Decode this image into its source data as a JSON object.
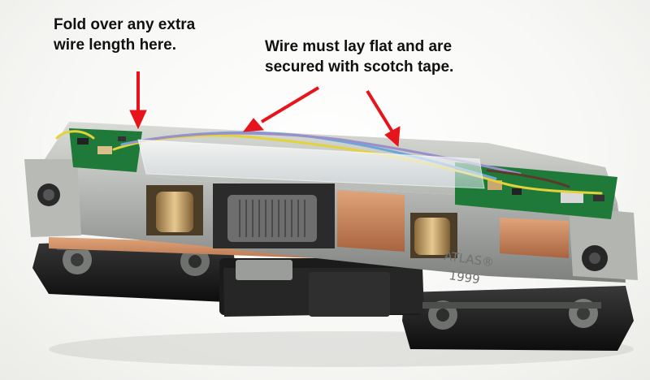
{
  "annotations": {
    "fold_note": {
      "line1": "Fold over any extra",
      "line2": "wire length here."
    },
    "wire_note": {
      "line1": "Wire must lay flat and are",
      "line2": "secured with scotch tape."
    }
  },
  "embossed_text": {
    "brand": "ATLAS®",
    "year": "1999"
  },
  "colors": {
    "arrow": "#e8141c",
    "chassis": "#a9aca8",
    "circuit_board": "#1f7a3a",
    "copper": "#c8835a",
    "trucks": "#1a1a1a"
  },
  "icons": [
    "red-arrow"
  ]
}
